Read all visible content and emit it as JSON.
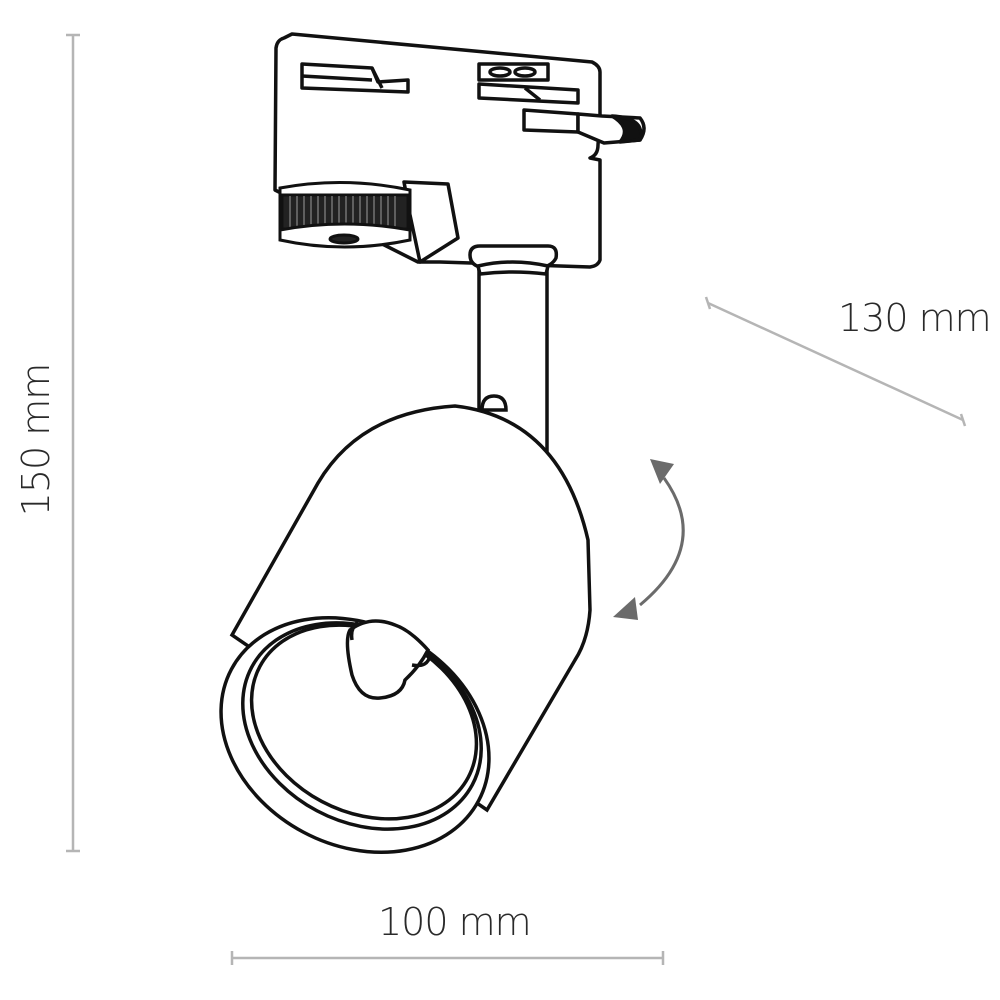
{
  "diagram": {
    "subject": "Track spotlight (3-phase adapter, adjustable cylindrical head)",
    "dimensions": {
      "height": {
        "label": "150 mm",
        "value": 150,
        "unit": "mm",
        "orientation": "vertical"
      },
      "depth": {
        "label": "130 mm",
        "value": 130,
        "unit": "mm",
        "orientation": "diagonal"
      },
      "width": {
        "label": "100 mm",
        "value": 100,
        "unit": "mm",
        "orientation": "horizontal"
      }
    },
    "annotations": {
      "rotation_arrow": "tilt-adjustment-arrow"
    },
    "colors": {
      "outline": "#111111",
      "dimension_line": "#b5b5b5",
      "arrow": "#6b6b6b",
      "text": "#2a2a2a",
      "background": "#ffffff"
    }
  }
}
